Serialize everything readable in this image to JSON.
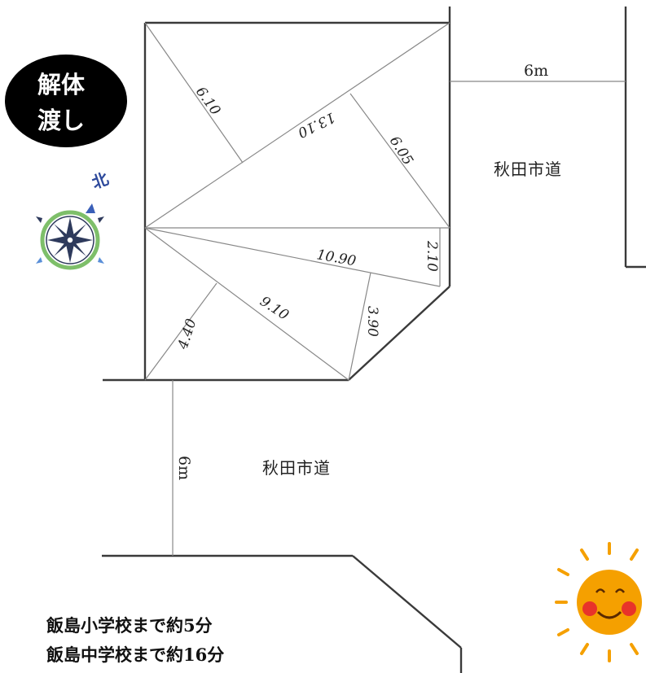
{
  "badge": {
    "line1": "解体",
    "line2": "渡し"
  },
  "compass": {
    "north_label": "北"
  },
  "roads": {
    "east_name": "秋田市道",
    "east_width": "6m",
    "south_name": "秋田市道",
    "south_width": "6m"
  },
  "dimensions": [
    "6.10",
    "13.10",
    "6.05",
    "10.90",
    "2.10",
    "9.10",
    "3.90",
    "4.40"
  ],
  "schools": [
    "飯島小学校まで約5分",
    "飯島中学校まで約16分"
  ],
  "colors": {
    "sun": "#F5A000",
    "sun_ray": "#F5A000",
    "cheek": "#E8332A",
    "compass_ring": "#7EBF6A",
    "compass_star": "#2E3A5C"
  }
}
